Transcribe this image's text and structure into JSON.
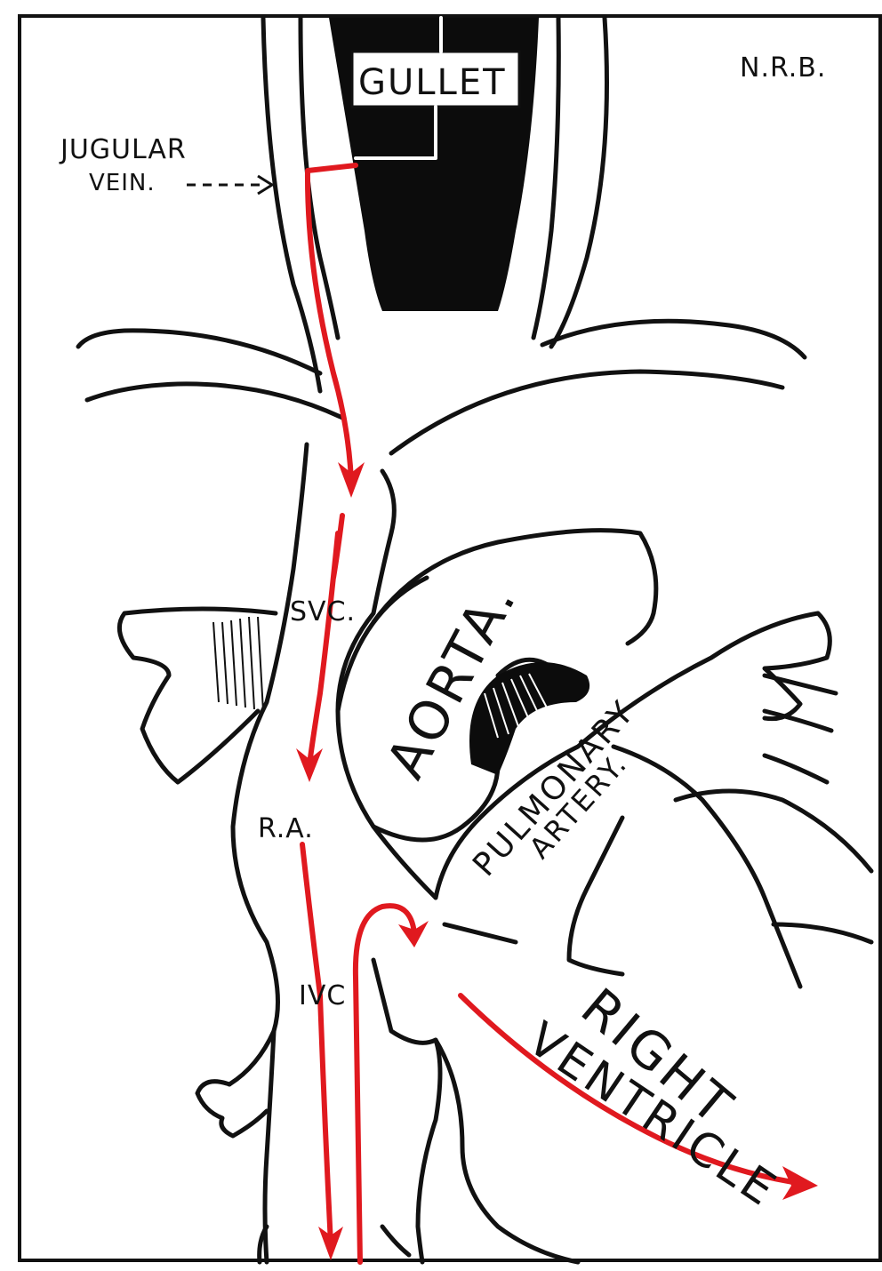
{
  "diagram": {
    "signature": "N.R.B.",
    "colors": {
      "line": "#111111",
      "flow": "#e0191f",
      "background": "#ffffff"
    },
    "labels": {
      "gullet": "GULLET",
      "jugular_line1": "JUGULAR",
      "jugular_line2": "VEIN.",
      "svc": "SVC.",
      "aorta": "AORTA.",
      "pulmonary_line1": "PULMONARY",
      "pulmonary_line2": "ARTERY.",
      "ra": "R.A.",
      "ivc": "IVC",
      "right": "RIGHT",
      "ventricle": "VENTRICLE"
    }
  }
}
